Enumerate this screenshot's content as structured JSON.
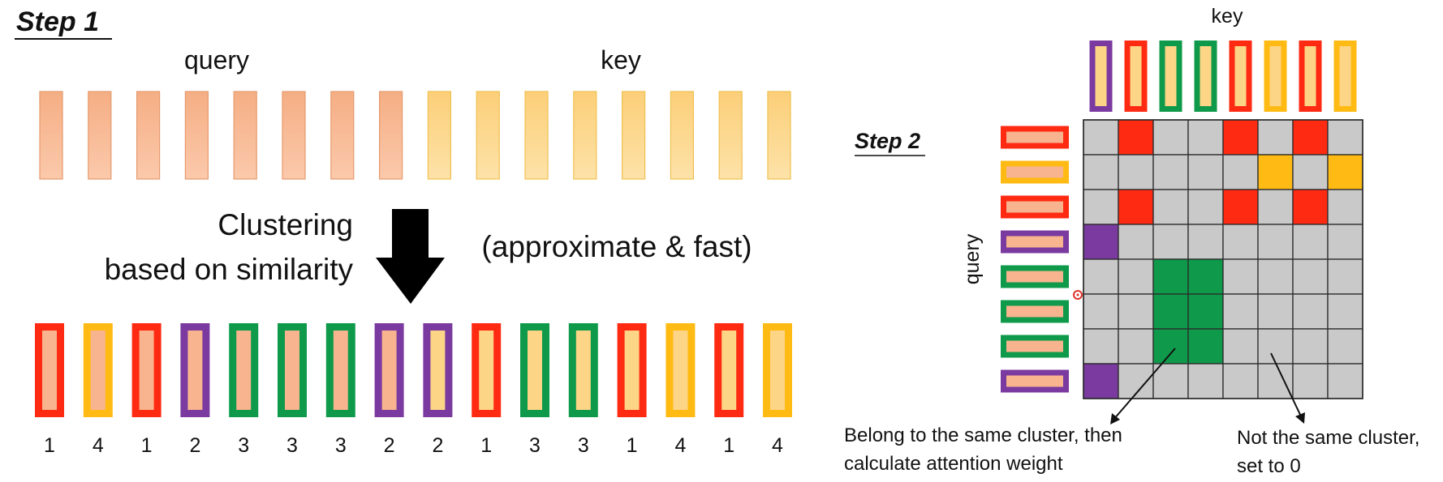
{
  "step1": {
    "title": "Step 1",
    "query_label": "query",
    "key_label": "key",
    "clustering_line1": "Clustering",
    "clustering_line2": "based on similarity",
    "approx_label": "(approximate & fast)",
    "query_count": 8,
    "key_count": 8,
    "clustered_tokens": [
      {
        "cluster": 1,
        "inner": "query"
      },
      {
        "cluster": 4,
        "inner": "query"
      },
      {
        "cluster": 1,
        "inner": "query"
      },
      {
        "cluster": 2,
        "inner": "query"
      },
      {
        "cluster": 3,
        "inner": "query"
      },
      {
        "cluster": 3,
        "inner": "query"
      },
      {
        "cluster": 3,
        "inner": "query"
      },
      {
        "cluster": 2,
        "inner": "query"
      },
      {
        "cluster": 2,
        "inner": "key"
      },
      {
        "cluster": 1,
        "inner": "key"
      },
      {
        "cluster": 3,
        "inner": "key"
      },
      {
        "cluster": 3,
        "inner": "key"
      },
      {
        "cluster": 1,
        "inner": "key"
      },
      {
        "cluster": 4,
        "inner": "key"
      },
      {
        "cluster": 1,
        "inner": "key"
      },
      {
        "cluster": 4,
        "inner": "key"
      }
    ],
    "cluster_labels": [
      "1",
      "4",
      "1",
      "2",
      "3",
      "3",
      "3",
      "2",
      "2",
      "1",
      "3",
      "3",
      "1",
      "4",
      "1",
      "4"
    ]
  },
  "step2": {
    "title": "Step 2",
    "key_label": "key",
    "query_label": "query",
    "key_clusters": [
      2,
      1,
      3,
      3,
      1,
      4,
      1,
      4
    ],
    "query_clusters": [
      1,
      4,
      1,
      2,
      3,
      3,
      3,
      2
    ],
    "note_left_line1": "Belong to the same cluster, then",
    "note_left_line2": "calculate attention weight",
    "note_right_line1": "Not the same cluster,",
    "note_right_line2": "set to 0"
  },
  "colors": {
    "cluster_1": "#ff2a12",
    "cluster_2": "#7a3aa0",
    "cluster_3": "#0e9a4a",
    "cluster_4": "#ffba14",
    "query_fill": "#f7b48e",
    "key_fill": "#fdd586",
    "grid_gray": "#c9c9c9"
  }
}
